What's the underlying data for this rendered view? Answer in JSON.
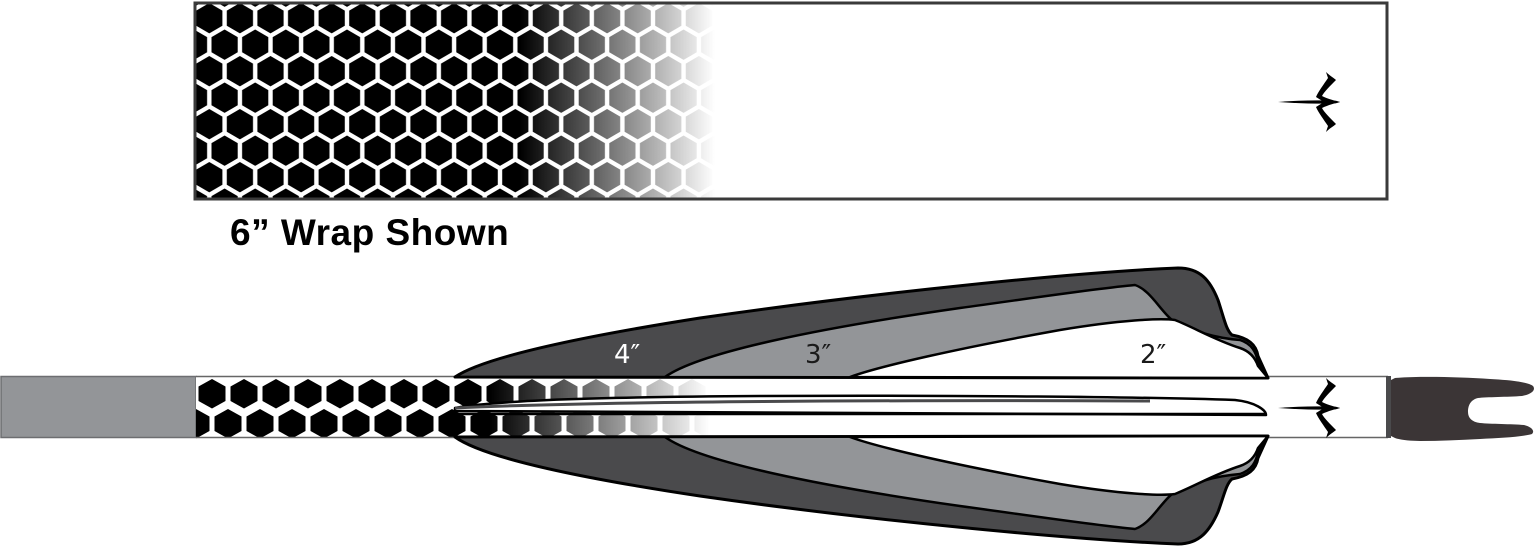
{
  "wrap_label": "6” Wrap Shown",
  "vane_labels": {
    "four_inch": "4″",
    "three_inch": "3″",
    "two_inch": "2″"
  },
  "icons": {
    "logo": "arrowhead-logo-icon",
    "nock": "nock-icon"
  },
  "colors": {
    "hex_fill": "#000000",
    "hex_gap": "#ffffff",
    "vane_4in": "#4a4a4c",
    "vane_3in": "#939598",
    "vane_2in": "#ffffff",
    "shaft_bare": "#939598",
    "nock": "#3b3536",
    "outline": "#000000"
  }
}
